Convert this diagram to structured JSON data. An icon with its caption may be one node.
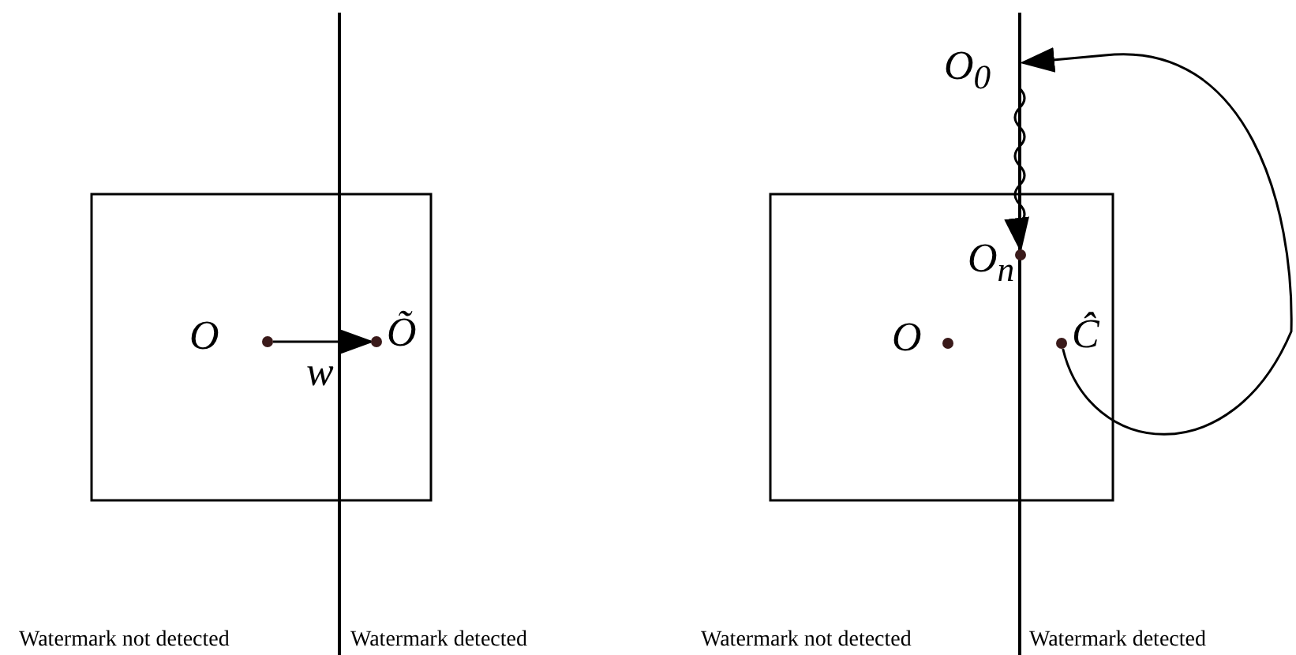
{
  "diagram": {
    "nodes": [
      {
        "text": [],
        "shape": "circle",
        "beside": [
          "O"
        ]
      },
      {
        "text": [],
        "shape": "circle",
        "beside": [
          "Õ"
        ]
      },
      {
        "text": [
          "O$_{0}$"
        ]
      },
      {
        "text": [],
        "shape": "circle",
        "beside": [
          "O$_{n}$"
        ]
      },
      {
        "text": [],
        "shape": "circle",
        "beside": [
          "O"
        ]
      },
      {
        "text": [],
        "shape": "circle",
        "beside": [
          "Ĉ"
        ]
      }
    ],
    "edges": [
      {
        "from": 0,
        "to": 1,
        "arrow": "to",
        "label": "w"
      },
      {
        "from": 2,
        "to": 3,
        "arrow": "to"
      },
      {
        "from": 5,
        "to": 2,
        "arrow": "to"
      }
    ],
    "labels": [
      "Watermark not detected",
      "Watermark detected",
      "Watermark not detected",
      "Watermark detected"
    ]
  }
}
